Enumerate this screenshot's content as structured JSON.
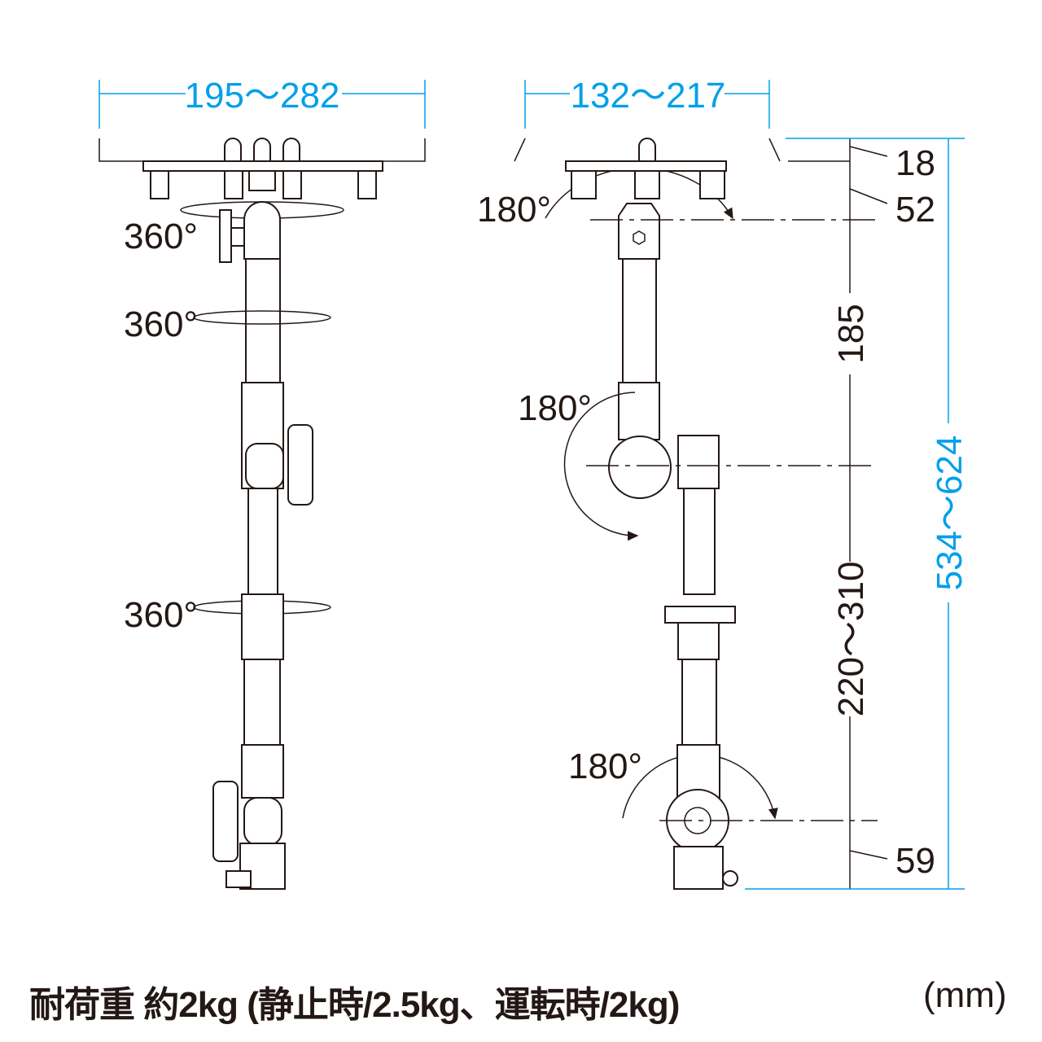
{
  "dimensions": {
    "left_width": "195〜282",
    "right_width": "132〜217",
    "top_offset": "18",
    "ball_offset": "52",
    "upper_arm": "185",
    "lower_arm": "220〜310",
    "total_height": "534〜624",
    "bottom_offset": "59"
  },
  "rotations": {
    "left_top": "360°",
    "left_mid": "360°",
    "left_low": "360°",
    "right_top": "180°",
    "right_mid": "180°",
    "right_low": "180°"
  },
  "footer": {
    "load_capacity": "耐荷重 約2kg (静止時/2.5kg、運転時/2kg)",
    "unit": "(mm)"
  },
  "colors": {
    "line": "#231815",
    "dimension_accent": "#00a0e9"
  }
}
